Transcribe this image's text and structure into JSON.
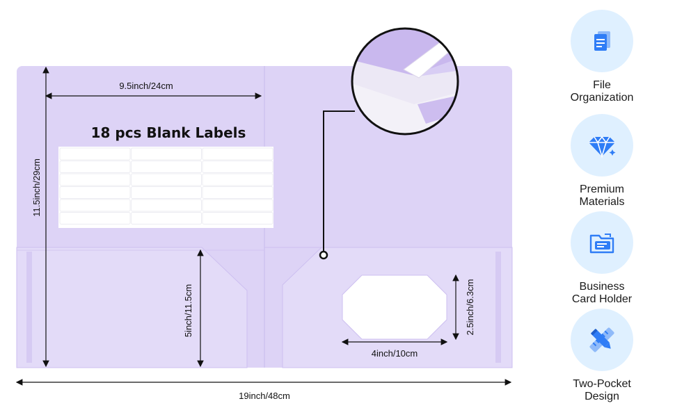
{
  "labels_title": "18 pcs Blank Labels",
  "dimensions": {
    "panel_width": "9.5inch/24cm",
    "height": "11.5inch/29cm",
    "pocket_height": "5inch/11.5cm",
    "card_slot_width": "4inch/10cm",
    "card_slot_height": "2.5inch/6.3cm",
    "total_width": "19inch/48cm"
  },
  "colors": {
    "folder": "#ddd3f6",
    "pocket": "#e4dcf8",
    "icon_blue": "#2f7df6",
    "icon_bg": "#dff0ff"
  },
  "features": [
    {
      "icon": "document-icon",
      "line1": "File",
      "line2": "Organization"
    },
    {
      "icon": "diamond-icon",
      "line1": "Premium",
      "line2": "Materials"
    },
    {
      "icon": "card-folder-icon",
      "line1": "Business",
      "line2": "Card Holder"
    },
    {
      "icon": "pencil-ruler-icon",
      "line1": "Two-Pocket",
      "line2": "Design"
    }
  ]
}
